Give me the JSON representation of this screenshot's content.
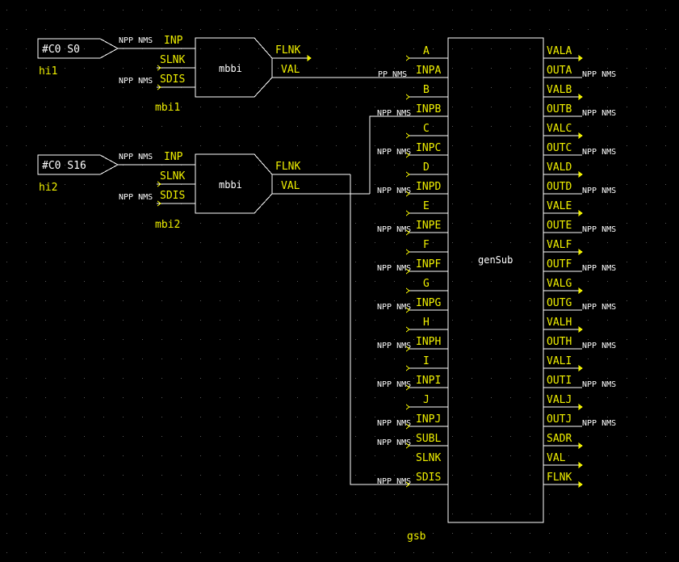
{
  "colors": {
    "background": "#000000",
    "wire": "#ffffff",
    "text": "#f0f000",
    "grid": "#5a5a5a"
  },
  "hi1": {
    "value": "#C0 S0",
    "name": "hi1"
  },
  "hi2": {
    "value": "#C0 S16",
    "name": "hi2"
  },
  "mbi1": {
    "type": "mbbi",
    "name": "mbi1",
    "inputs": [
      {
        "pin": "INP",
        "tag": "NPP NMS"
      },
      {
        "pin": "SLNK",
        "tag": ""
      },
      {
        "pin": "SDIS",
        "tag": "NPP NMS"
      }
    ],
    "outputs": [
      "FLNK",
      "VAL"
    ]
  },
  "mbi2": {
    "type": "mbbi",
    "name": "mbi2",
    "inputs": [
      {
        "pin": "INP",
        "tag": "NPP NMS"
      },
      {
        "pin": "SLNK",
        "tag": ""
      },
      {
        "pin": "SDIS",
        "tag": "NPP NMS"
      }
    ],
    "outputs": [
      "FLNK",
      "VAL"
    ]
  },
  "gsb": {
    "type": "genSub",
    "name": "gsb",
    "left_pins": [
      {
        "pin": "A",
        "tag": ""
      },
      {
        "pin": "INPA",
        "tag": "PP NMS"
      },
      {
        "pin": "B",
        "tag": ""
      },
      {
        "pin": "INPB",
        "tag": "NPP NMS"
      },
      {
        "pin": "C",
        "tag": ""
      },
      {
        "pin": "INPC",
        "tag": "NPP NMS"
      },
      {
        "pin": "D",
        "tag": ""
      },
      {
        "pin": "INPD",
        "tag": "NPP NMS"
      },
      {
        "pin": "E",
        "tag": ""
      },
      {
        "pin": "INPE",
        "tag": "NPP NMS"
      },
      {
        "pin": "F",
        "tag": ""
      },
      {
        "pin": "INPF",
        "tag": "NPP NMS"
      },
      {
        "pin": "G",
        "tag": ""
      },
      {
        "pin": "INPG",
        "tag": "NPP NMS"
      },
      {
        "pin": "H",
        "tag": ""
      },
      {
        "pin": "INPH",
        "tag": "NPP NMS"
      },
      {
        "pin": "I",
        "tag": ""
      },
      {
        "pin": "INPI",
        "tag": "NPP NMS"
      },
      {
        "pin": "J",
        "tag": ""
      },
      {
        "pin": "INPJ",
        "tag": "NPP NMS"
      },
      {
        "pin": "SUBL",
        "tag": "NPP NMS"
      },
      {
        "pin": "SLNK",
        "tag": ""
      },
      {
        "pin": "SDIS",
        "tag": "NPP NMS"
      }
    ],
    "right_pins": [
      {
        "pin": "VALA",
        "tag": ""
      },
      {
        "pin": "OUTA",
        "tag": "NPP NMS"
      },
      {
        "pin": "VALB",
        "tag": ""
      },
      {
        "pin": "OUTB",
        "tag": "NPP NMS"
      },
      {
        "pin": "VALC",
        "tag": ""
      },
      {
        "pin": "OUTC",
        "tag": "NPP NMS"
      },
      {
        "pin": "VALD",
        "tag": ""
      },
      {
        "pin": "OUTD",
        "tag": "NPP NMS"
      },
      {
        "pin": "VALE",
        "tag": ""
      },
      {
        "pin": "OUTE",
        "tag": "NPP NMS"
      },
      {
        "pin": "VALF",
        "tag": ""
      },
      {
        "pin": "OUTF",
        "tag": "NPP NMS"
      },
      {
        "pin": "VALG",
        "tag": ""
      },
      {
        "pin": "OUTG",
        "tag": "NPP NMS"
      },
      {
        "pin": "VALH",
        "tag": ""
      },
      {
        "pin": "OUTH",
        "tag": "NPP NMS"
      },
      {
        "pin": "VALI",
        "tag": ""
      },
      {
        "pin": "OUTI",
        "tag": "NPP NMS"
      },
      {
        "pin": "VALJ",
        "tag": ""
      },
      {
        "pin": "OUTJ",
        "tag": "NPP NMS"
      },
      {
        "pin": "SADR",
        "tag": ""
      },
      {
        "pin": "VAL",
        "tag": ""
      },
      {
        "pin": "FLNK",
        "tag": ""
      }
    ]
  }
}
